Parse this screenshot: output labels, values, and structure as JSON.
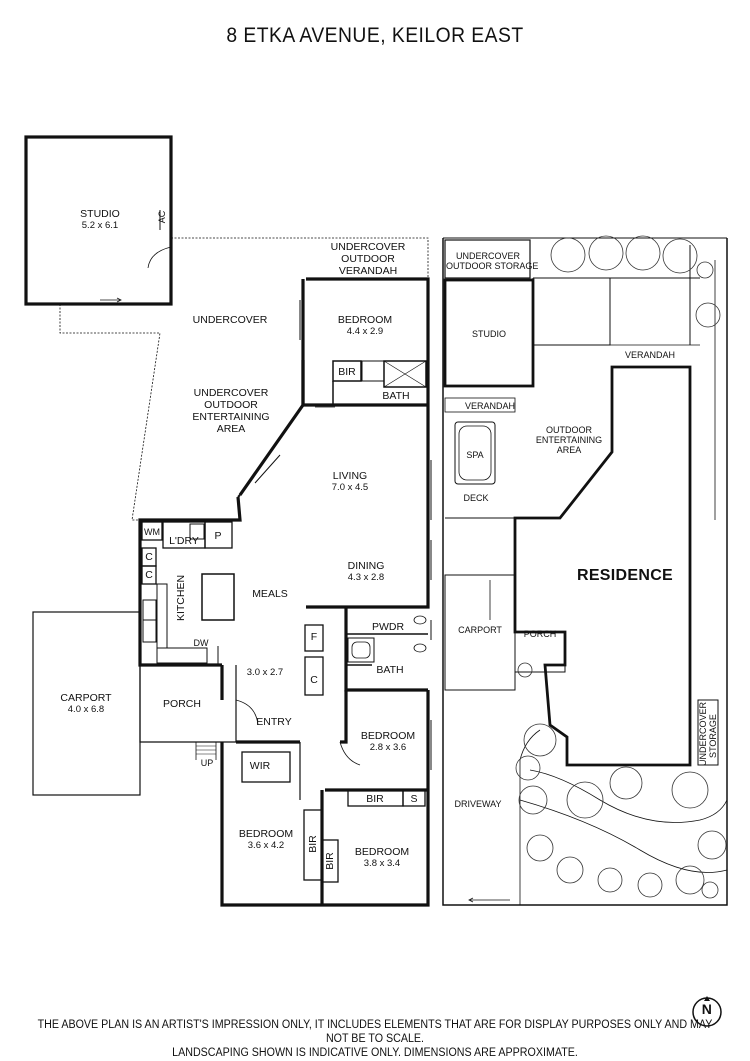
{
  "title": "8 ETKA  AVENUE, KEILOR EAST",
  "rooms": {
    "studio": {
      "name": "STUDIO",
      "size": "5.2 x 6.1"
    },
    "ac": "AC",
    "undercover_outdoor_verandah": [
      "UNDERCOVER",
      "OUTDOOR",
      "VERANDAH"
    ],
    "undercover": "UNDERCOVER",
    "undercover_outdoor_entertaining": [
      "UNDERCOVER",
      "OUTDOOR",
      "ENTERTAINING",
      "AREA"
    ],
    "bedroom1": {
      "name": "BEDROOM",
      "size": "4.4 x 2.9"
    },
    "bir1": "BIR",
    "bath1": "BATH",
    "living": {
      "name": "LIVING",
      "size": "7.0 x 4.5"
    },
    "dining": {
      "name": "DINING",
      "size": "4.3 x 2.8"
    },
    "wm": "WM",
    "ldry": "L'DRY",
    "p": "P",
    "c1": "C",
    "c2": "C",
    "kitchen": "KITCHEN",
    "meals": "MEALS",
    "dw": "DW",
    "f": "F",
    "c3": "C",
    "pwdr": "PWDR",
    "bath2": "BATH",
    "hall_size": "3.0 x 2.7",
    "carport": {
      "name": "CARPORT",
      "size": "4.0 x 6.8"
    },
    "porch": "PORCH",
    "entry": "ENTRY",
    "up": "UP",
    "bedroom2": {
      "name": "BEDROOM",
      "size": "2.8 x 3.6"
    },
    "bir2": "BIR",
    "s": "S",
    "wir": "WIR",
    "bedroom3": {
      "name": "BEDROOM",
      "size": "3.6 x 4.2"
    },
    "bir3": "BIR",
    "bir4": "BIR",
    "bedroom4": {
      "name": "BEDROOM",
      "size": "3.8 x 3.4"
    }
  },
  "site": {
    "undercover_outdoor_storage": [
      "UNDERCOVER",
      "OUTDOOR STORAGE"
    ],
    "studio": "STUDIO",
    "verandah_top": "VERANDAH",
    "verandah_left": "VERANDAH",
    "outdoor_entertaining": [
      "OUTDOOR",
      "ENTERTAINING",
      "AREA"
    ],
    "spa": "SPA",
    "deck": "DECK",
    "residence": "RESIDENCE",
    "carport": "CARPORT",
    "porch": "PORCH",
    "undercover_storage": [
      "UNDERCOVER",
      "STORAGE"
    ],
    "driveway": "DRIVEWAY"
  },
  "compass": "N",
  "footer": [
    "THE ABOVE PLAN IS AN ARTIST'S IMPRESSION ONLY, IT INCLUDES ELEMENTS THAT ARE FOR DISPLAY PURPOSES ONLY AND MAY NOT BE TO SCALE.",
    "LANDSCAPING SHOWN IS INDICATIVE ONLY. DIMENSIONS ARE APPROXIMATE."
  ]
}
